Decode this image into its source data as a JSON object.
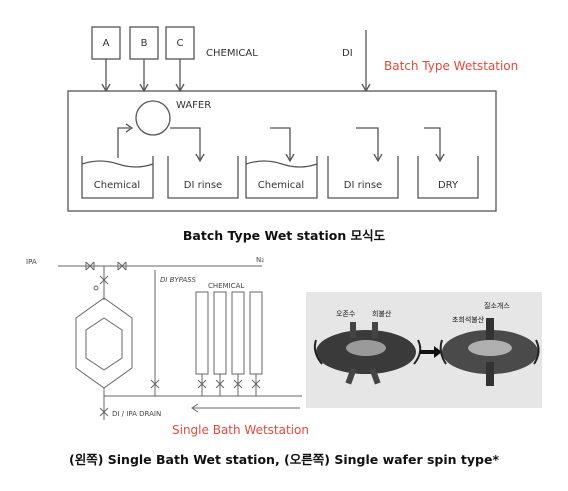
{
  "top_diagram": {
    "chemicals": [
      "A",
      "B",
      "C"
    ],
    "chemical_label": "CHEMICAL",
    "di_label": "DI",
    "title_red": "Batch Type Wetstation",
    "wafer_label": "WAFER",
    "baths": [
      "Chemical",
      "DI rinse",
      "Chemical",
      "DI rinse",
      "DRY"
    ],
    "caption": "Batch Type Wet station 모식도"
  },
  "bottom_left": {
    "ipa_label": "IPA",
    "n2_label": "N₂",
    "di_bypass_label": "DI BYPASS",
    "chemical_label": "CHEMICAL",
    "drain_label": "DI / IPA DRAIN",
    "title_red": "Single Bath Wetstation"
  },
  "bottom_right": {
    "label_ozone_water": "오존수",
    "label_dilute_acid": "희불산",
    "label_nitrogen_gas": "질소개스",
    "label_ultra_dilute_acid": "초희석불산"
  },
  "caption_bottom": "(왼쪽) Single Bath Wet station, (오른쪽) Single wafer spin type*",
  "colors": {
    "accent_red": "#e04a3c",
    "line": "#555555"
  }
}
